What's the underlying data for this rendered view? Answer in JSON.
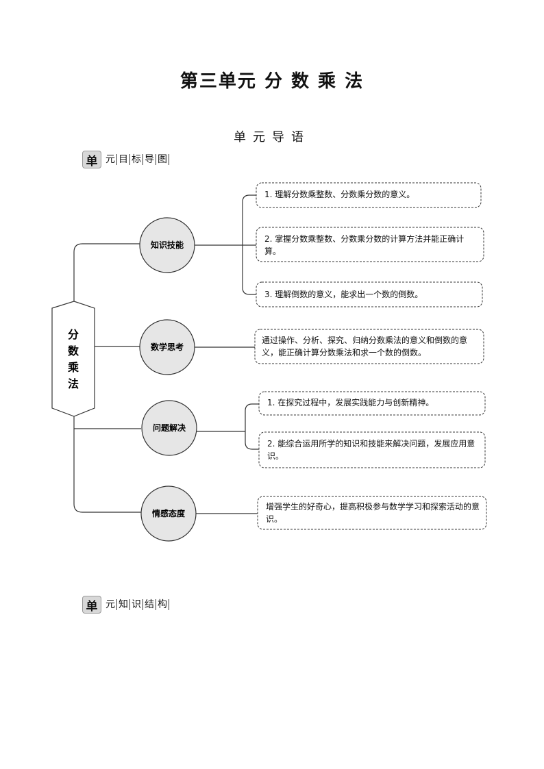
{
  "title": "第三单元   分 数 乘 法",
  "subtitle": "单元导语",
  "section1": {
    "badge": "单",
    "chars": [
      "元",
      "目",
      "标",
      "导",
      "图"
    ]
  },
  "section2": {
    "badge": "单",
    "chars": [
      "元",
      "知",
      "识",
      "结",
      "构"
    ]
  },
  "root": {
    "label": [
      "分",
      "数",
      "乘",
      "法"
    ]
  },
  "branches": [
    {
      "label": "知识技能",
      "items": [
        "1. 理解分数乘整数、分数乘分数的意义。",
        "2. 掌握分数乘整数、分数乘分数的计算方法并能正确计算。",
        "3. 理解倒数的意义，能求出一个数的倒数。"
      ]
    },
    {
      "label": "数学思考",
      "items": [
        "通过操作、分析、探究、归纳分数乘法的意义和倒数的意义，能正确计算分数乘法和求一个数的倒数。"
      ]
    },
    {
      "label": "问题解决",
      "items": [
        "1. 在探究过程中，发展实践能力与创新精神。",
        "2. 能综合运用所学的知识和技能来解决问题，发展应用意识。"
      ]
    },
    {
      "label": "情感态度",
      "items": [
        "增强学生的好奇心，提高积极参与数学学习和探索活动的意识。"
      ]
    }
  ]
}
